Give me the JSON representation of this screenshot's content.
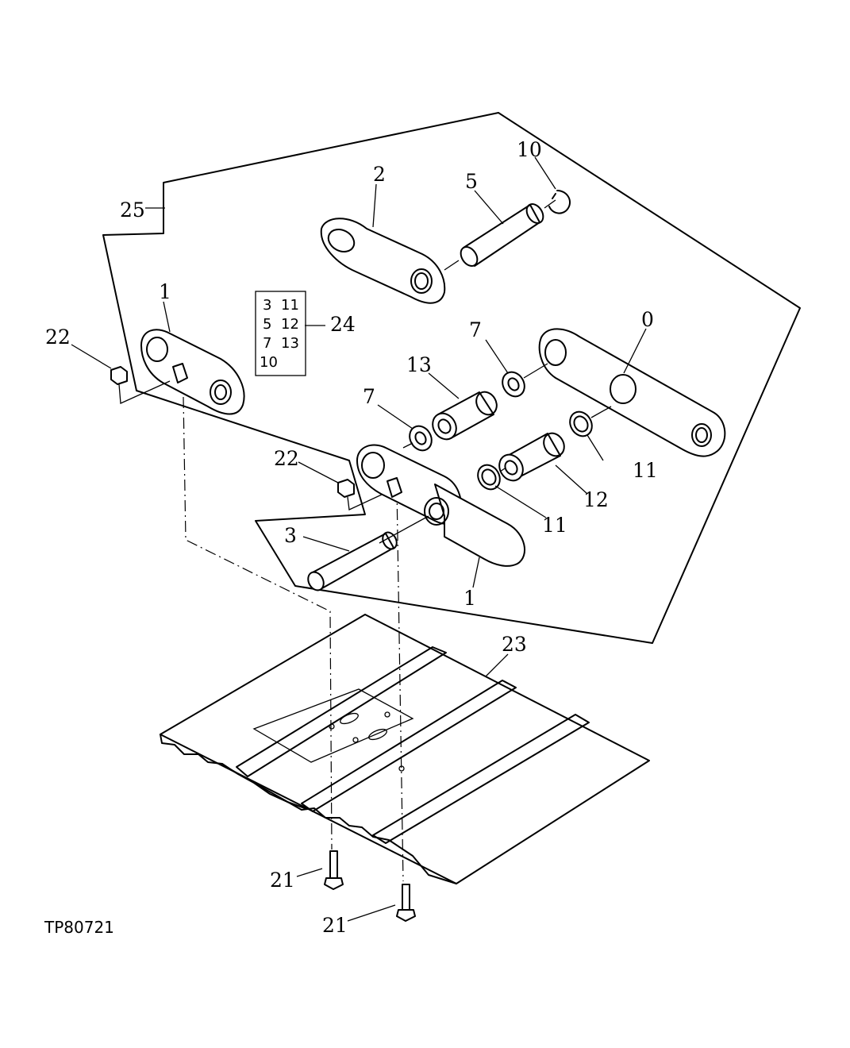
{
  "figure_id": "TP80721",
  "callouts": {
    "c0": "0",
    "c1_left": "1",
    "c1_bottom": "1",
    "c2": "2",
    "c3": "3",
    "c5": "5",
    "c7_upper": "7",
    "c7_lower": "7",
    "c10": "10",
    "c11_upper": "11",
    "c11_lower": "11",
    "c12": "12",
    "c13": "13",
    "c21_left": "21",
    "c21_right": "21",
    "c22_left": "22",
    "c22_mid": "22",
    "c23": "23",
    "c24": "24",
    "c25": "25"
  },
  "kit_box": {
    "rows": [
      [
        "3",
        "11"
      ],
      [
        "5",
        "12"
      ],
      [
        "7",
        "13"
      ],
      [
        "10",
        ""
      ]
    ],
    "ref": "24"
  }
}
